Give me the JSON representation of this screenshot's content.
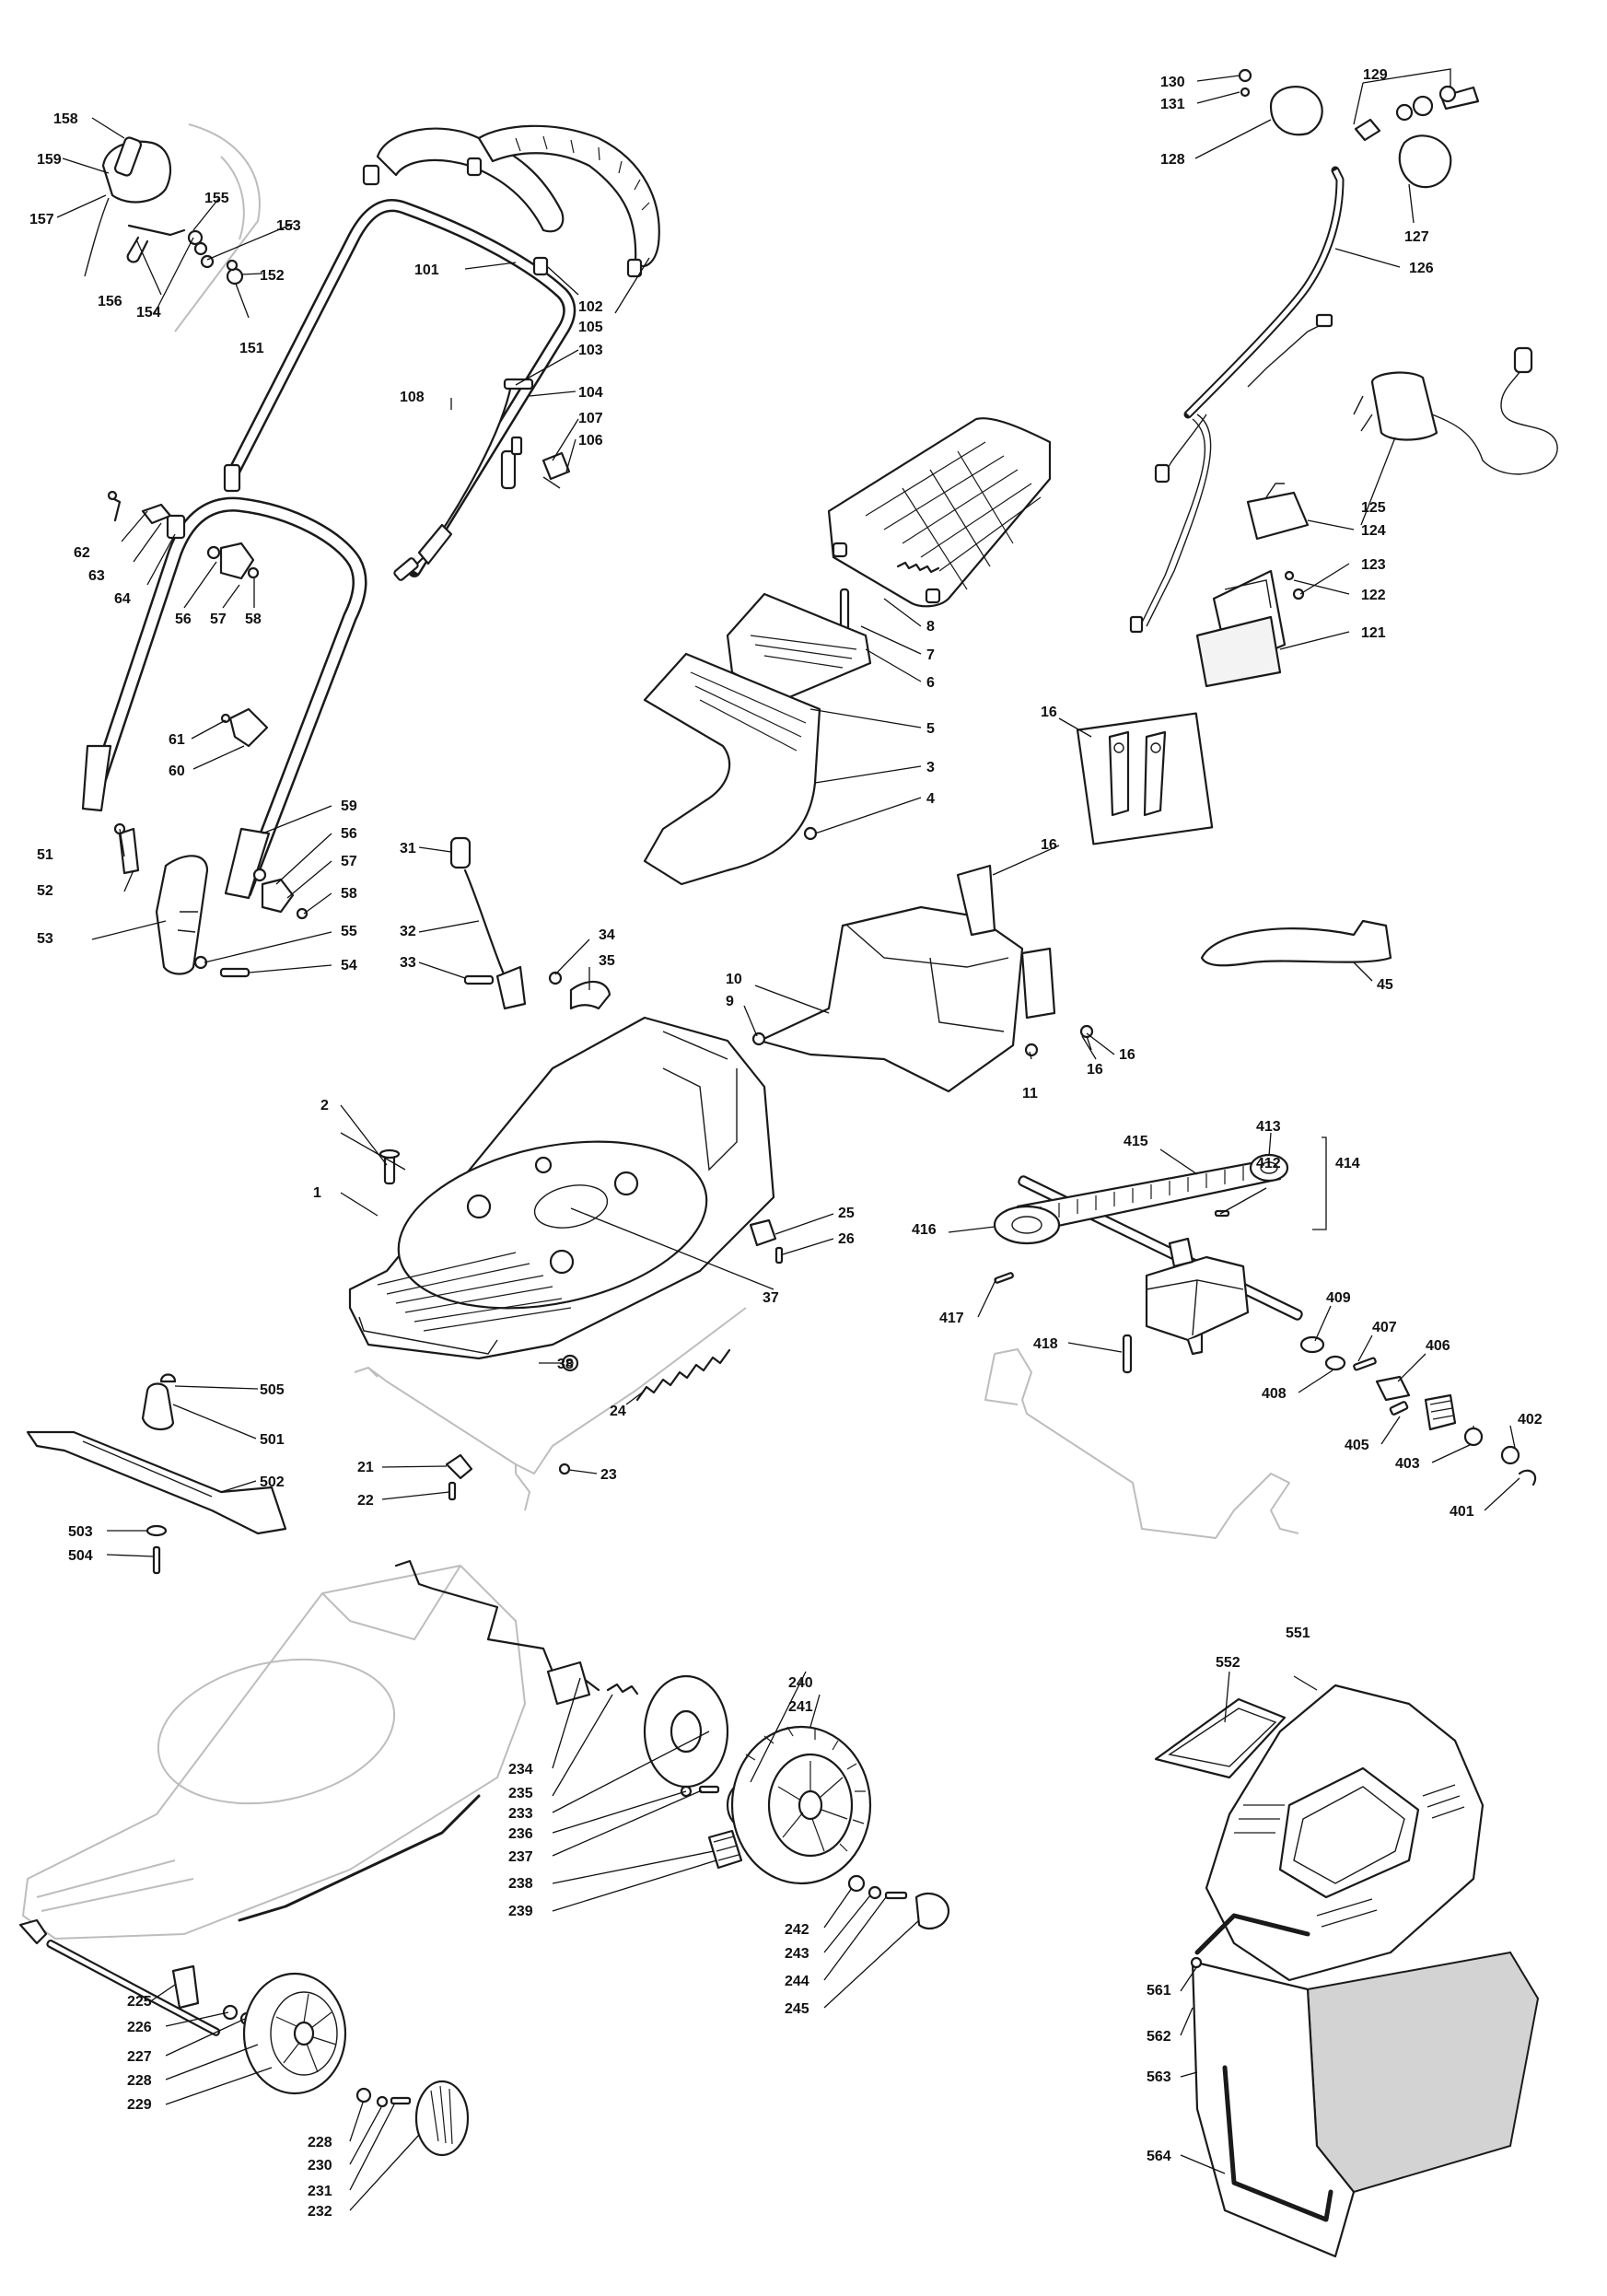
{
  "colors": {
    "ink": "#1a1a1a",
    "ghost": "#bdbdbd",
    "grass_box_fill": "#d3d3d3",
    "background": "#ffffff"
  },
  "labels": [
    {
      "id": "158",
      "text": "158"
    },
    {
      "id": "159",
      "text": "159"
    },
    {
      "id": "157",
      "text": "157"
    },
    {
      "id": "155",
      "text": "155"
    },
    {
      "id": "153",
      "text": "153"
    },
    {
      "id": "152",
      "text": "152"
    },
    {
      "id": "151",
      "text": "151"
    },
    {
      "id": "154",
      "text": "154"
    },
    {
      "id": "156",
      "text": "156"
    },
    {
      "id": "101",
      "text": "101"
    },
    {
      "id": "102",
      "text": "102"
    },
    {
      "id": "105",
      "text": "105"
    },
    {
      "id": "103",
      "text": "103"
    },
    {
      "id": "104",
      "text": "104"
    },
    {
      "id": "107",
      "text": "107"
    },
    {
      "id": "106",
      "text": "106"
    },
    {
      "id": "108",
      "text": "108"
    },
    {
      "id": "62",
      "text": "62"
    },
    {
      "id": "63",
      "text": "63"
    },
    {
      "id": "64",
      "text": "64"
    },
    {
      "id": "56a",
      "text": "56"
    },
    {
      "id": "57a",
      "text": "57"
    },
    {
      "id": "58a",
      "text": "58"
    },
    {
      "id": "61",
      "text": "61"
    },
    {
      "id": "60",
      "text": "60"
    },
    {
      "id": "59",
      "text": "59"
    },
    {
      "id": "51",
      "text": "51"
    },
    {
      "id": "52",
      "text": "52"
    },
    {
      "id": "53",
      "text": "53"
    },
    {
      "id": "56b",
      "text": "56"
    },
    {
      "id": "57b",
      "text": "57"
    },
    {
      "id": "58b",
      "text": "58"
    },
    {
      "id": "55",
      "text": "55"
    },
    {
      "id": "54",
      "text": "54"
    },
    {
      "id": "31",
      "text": "31"
    },
    {
      "id": "32",
      "text": "32"
    },
    {
      "id": "33",
      "text": "33"
    },
    {
      "id": "34",
      "text": "34"
    },
    {
      "id": "35",
      "text": "35"
    },
    {
      "id": "8",
      "text": "8"
    },
    {
      "id": "7",
      "text": "7"
    },
    {
      "id": "6",
      "text": "6"
    },
    {
      "id": "5",
      "text": "5"
    },
    {
      "id": "3",
      "text": "3"
    },
    {
      "id": "4",
      "text": "4"
    },
    {
      "id": "130",
      "text": "130"
    },
    {
      "id": "131",
      "text": "131"
    },
    {
      "id": "128",
      "text": "128"
    },
    {
      "id": "129",
      "text": "129"
    },
    {
      "id": "127",
      "text": "127"
    },
    {
      "id": "126",
      "text": "126"
    },
    {
      "id": "125",
      "text": "125"
    },
    {
      "id": "124",
      "text": "124"
    },
    {
      "id": "123",
      "text": "123"
    },
    {
      "id": "122",
      "text": "122"
    },
    {
      "id": "121",
      "text": "121"
    },
    {
      "id": "16a",
      "text": "16"
    },
    {
      "id": "16b",
      "text": "16"
    },
    {
      "id": "16c",
      "text": "16"
    },
    {
      "id": "16d",
      "text": "16"
    },
    {
      "id": "45",
      "text": "45"
    },
    {
      "id": "10",
      "text": "10"
    },
    {
      "id": "9",
      "text": "9"
    },
    {
      "id": "11",
      "text": "11"
    },
    {
      "id": "2",
      "text": "2"
    },
    {
      "id": "1",
      "text": "1"
    },
    {
      "id": "25",
      "text": "25"
    },
    {
      "id": "26",
      "text": "26"
    },
    {
      "id": "37",
      "text": "37"
    },
    {
      "id": "38",
      "text": "38"
    },
    {
      "id": "24",
      "text": "24"
    },
    {
      "id": "21",
      "text": "21"
    },
    {
      "id": "23",
      "text": "23"
    },
    {
      "id": "22",
      "text": "22"
    },
    {
      "id": "413",
      "text": "413"
    },
    {
      "id": "415",
      "text": "415"
    },
    {
      "id": "412",
      "text": "412"
    },
    {
      "id": "414",
      "text": "414"
    },
    {
      "id": "416",
      "text": "416"
    },
    {
      "id": "417",
      "text": "417"
    },
    {
      "id": "418",
      "text": "418"
    },
    {
      "id": "409",
      "text": "409"
    },
    {
      "id": "407",
      "text": "407"
    },
    {
      "id": "406",
      "text": "406"
    },
    {
      "id": "408",
      "text": "408"
    },
    {
      "id": "405",
      "text": "405"
    },
    {
      "id": "402",
      "text": "402"
    },
    {
      "id": "403",
      "text": "403"
    },
    {
      "id": "401",
      "text": "401"
    },
    {
      "id": "505",
      "text": "505"
    },
    {
      "id": "501",
      "text": "501"
    },
    {
      "id": "502",
      "text": "502"
    },
    {
      "id": "503",
      "text": "503"
    },
    {
      "id": "504",
      "text": "504"
    },
    {
      "id": "240",
      "text": "240"
    },
    {
      "id": "241",
      "text": "241"
    },
    {
      "id": "234",
      "text": "234"
    },
    {
      "id": "235",
      "text": "235"
    },
    {
      "id": "233",
      "text": "233"
    },
    {
      "id": "236",
      "text": "236"
    },
    {
      "id": "237",
      "text": "237"
    },
    {
      "id": "238",
      "text": "238"
    },
    {
      "id": "239",
      "text": "239"
    },
    {
      "id": "242",
      "text": "242"
    },
    {
      "id": "243",
      "text": "243"
    },
    {
      "id": "244",
      "text": "244"
    },
    {
      "id": "245",
      "text": "245"
    },
    {
      "id": "225",
      "text": "225"
    },
    {
      "id": "226",
      "text": "226"
    },
    {
      "id": "227",
      "text": "227"
    },
    {
      "id": "228a",
      "text": "228"
    },
    {
      "id": "229",
      "text": "229"
    },
    {
      "id": "228b",
      "text": "228"
    },
    {
      "id": "230",
      "text": "230"
    },
    {
      "id": "231",
      "text": "231"
    },
    {
      "id": "232",
      "text": "232"
    },
    {
      "id": "552",
      "text": "552"
    },
    {
      "id": "551",
      "text": "551"
    },
    {
      "id": "561",
      "text": "561"
    },
    {
      "id": "562",
      "text": "562"
    },
    {
      "id": "563",
      "text": "563"
    },
    {
      "id": "564",
      "text": "564"
    }
  ]
}
